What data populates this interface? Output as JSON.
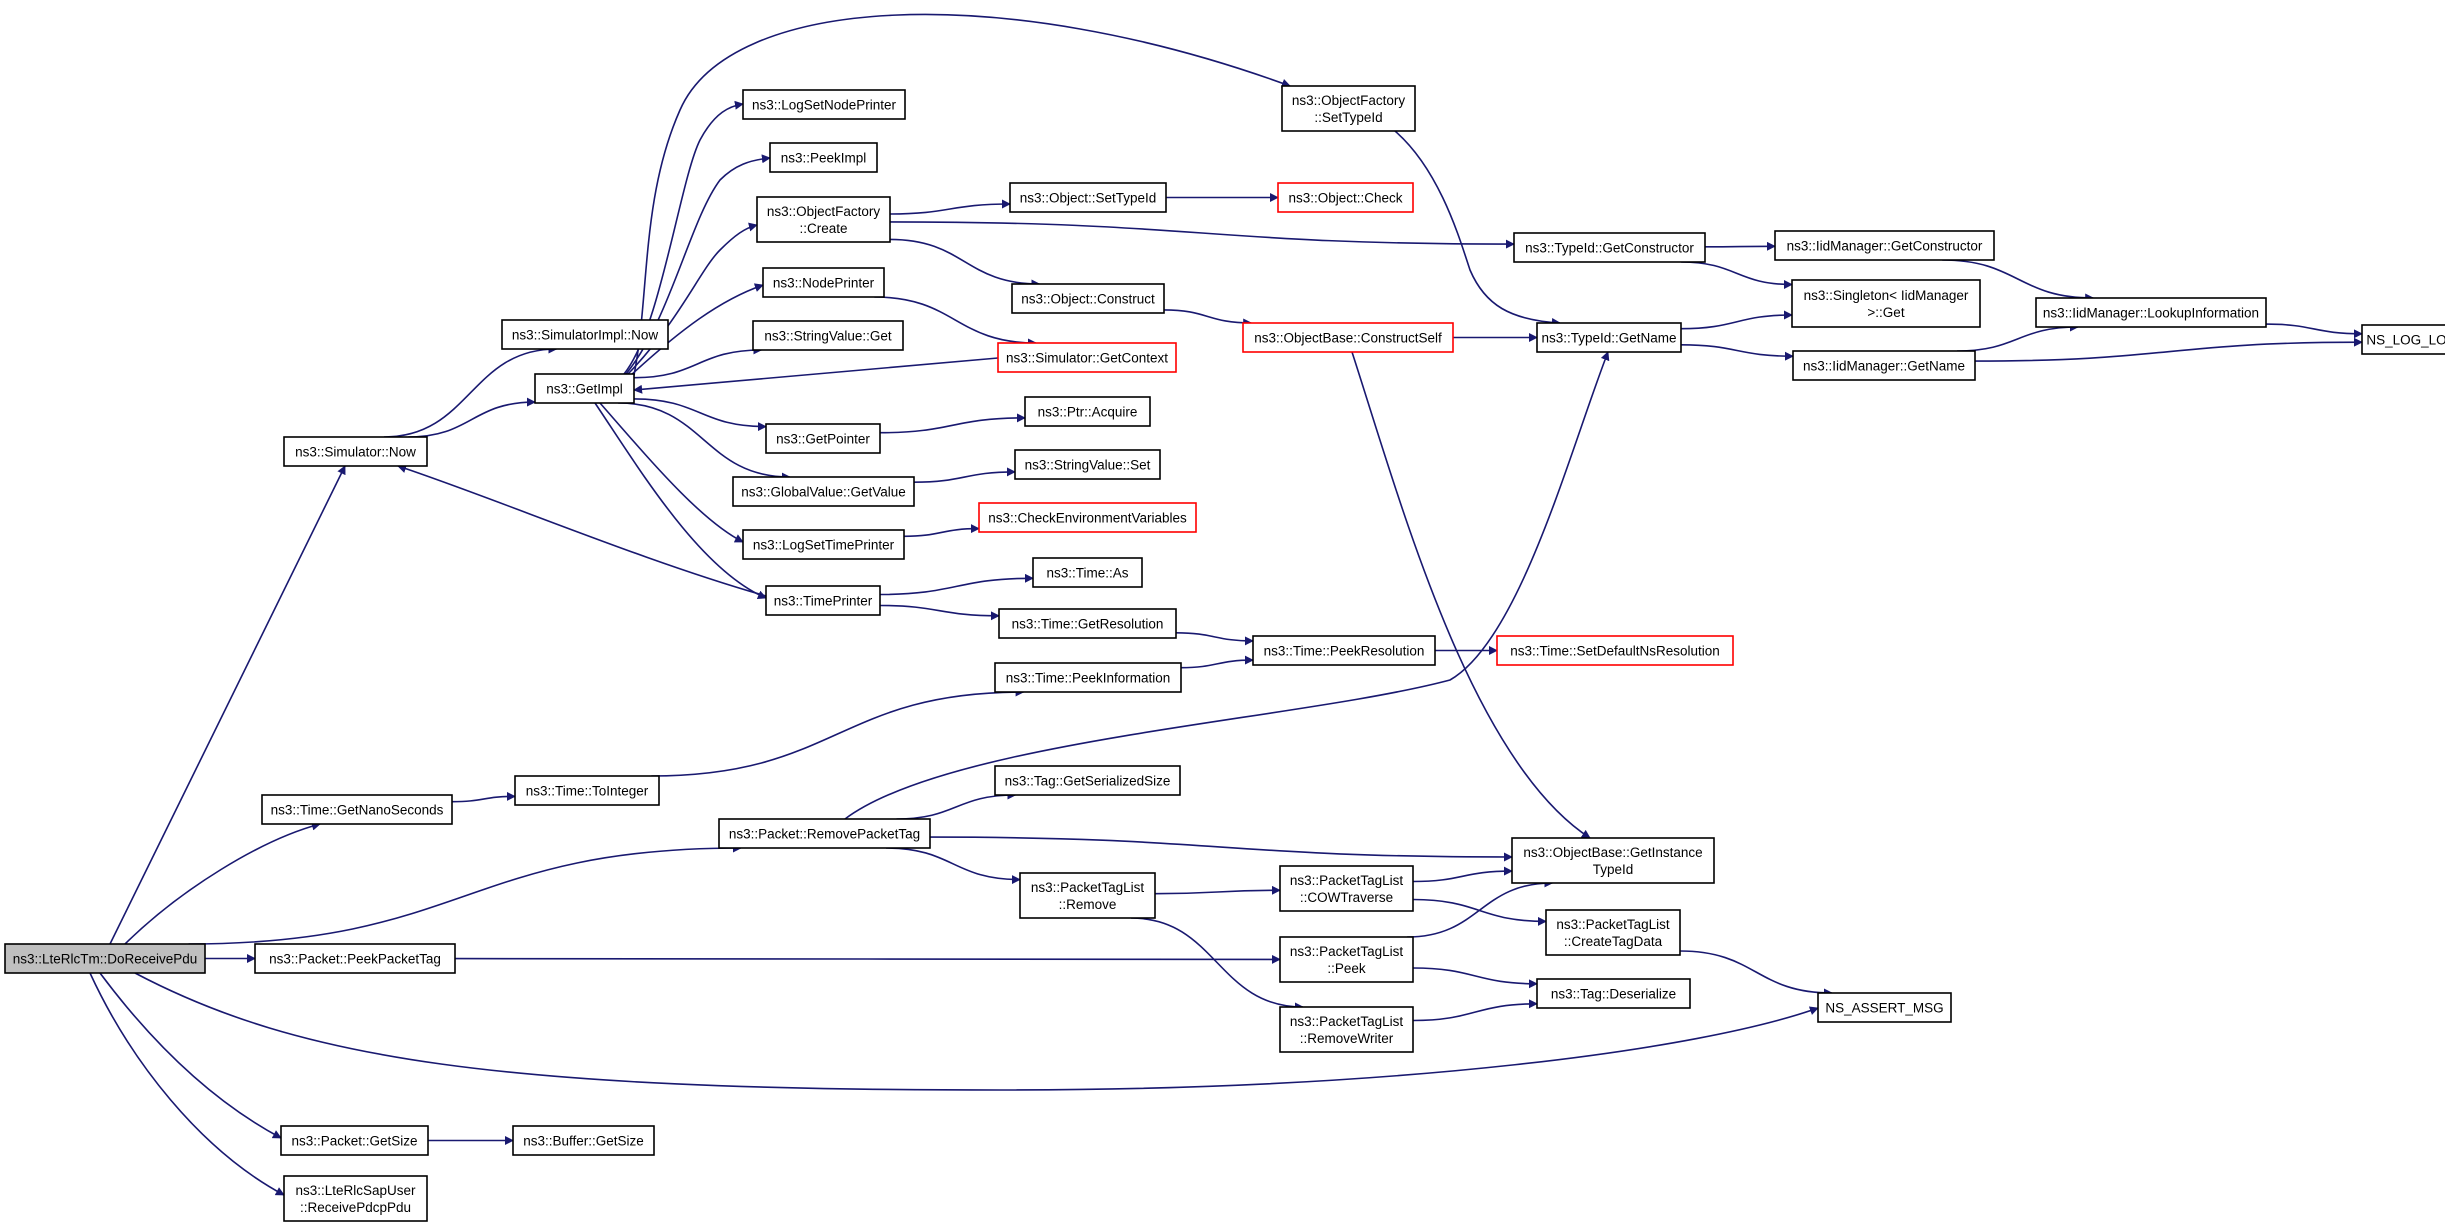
{
  "colors": {
    "edge": "#191970",
    "node_border": "#000000",
    "node_border_incomplete": "#ff0000",
    "root_fill": "#bfbfbf"
  },
  "nodes": {
    "root": [
      "ns3::LteRlcTm::DoReceivePdu"
    ],
    "simNow": [
      "ns3::Simulator::Now"
    ],
    "simImplNow": [
      "ns3::SimulatorImpl::Now"
    ],
    "getImpl": [
      "ns3::GetImpl"
    ],
    "logSetNode": [
      "ns3::LogSetNodePrinter"
    ],
    "peekImpl": [
      "ns3::PeekImpl"
    ],
    "ofCreate": [
      "ns3::ObjectFactory",
      "::Create"
    ],
    "nodePrinter": [
      "ns3::NodePrinter"
    ],
    "strValGet": [
      "ns3::StringValue::Get"
    ],
    "getPointer": [
      "ns3::GetPointer"
    ],
    "gvGetValue": [
      "ns3::GlobalValue::GetValue"
    ],
    "logSetTime": [
      "ns3::LogSetTimePrinter"
    ],
    "timePrinter": [
      "ns3::TimePrinter"
    ],
    "ofSetTypeId": [
      "ns3::ObjectFactory",
      "::SetTypeId"
    ],
    "objSetTypeId": [
      "ns3::Object::SetTypeId"
    ],
    "objCheck": [
      "ns3::Object::Check"
    ],
    "objConstruct": [
      "ns3::Object::Construct"
    ],
    "simGetContext": [
      "ns3::Simulator::GetContext"
    ],
    "ptrAcquire": [
      "ns3::Ptr::Acquire"
    ],
    "strValSet": [
      "ns3::StringValue::Set"
    ],
    "checkEnv": [
      "ns3::CheckEnvironmentVariables"
    ],
    "timeAs": [
      "ns3::Time::As"
    ],
    "timeGetRes": [
      "ns3::Time::GetResolution"
    ],
    "timePeekInfo": [
      "ns3::Time::PeekInformation"
    ],
    "obConstructSelf": [
      "ns3::ObjectBase::ConstructSelf"
    ],
    "timePeekRes": [
      "ns3::Time::PeekResolution"
    ],
    "timeSetDefault": [
      "ns3::Time::SetDefaultNsResolution"
    ],
    "typeIdGetCtor": [
      "ns3::TypeId::GetConstructor"
    ],
    "typeIdGetName": [
      "ns3::TypeId::GetName"
    ],
    "singletonGet": [
      "ns3::Singleton< IidManager",
      ">::Get"
    ],
    "iidGetCtor": [
      "ns3::IidManager::GetConstructor"
    ],
    "iidGetName": [
      "ns3::IidManager::GetName"
    ],
    "iidLookup": [
      "ns3::IidManager::LookupInformation"
    ],
    "nsLogLogic": [
      "NS_LOG_LOGIC"
    ],
    "timeGetNano": [
      "ns3::Time::GetNanoSeconds"
    ],
    "timeToInteger": [
      "ns3::Time::ToInteger"
    ],
    "pktRemoveTag": [
      "ns3::Packet::RemovePacketTag"
    ],
    "tagGetSize": [
      "ns3::Tag::GetSerializedSize"
    ],
    "ptlRemove": [
      "ns3::PacketTagList",
      "::Remove"
    ],
    "ptlCow": [
      "ns3::PacketTagList",
      "::COWTraverse"
    ],
    "obGetInstance": [
      "ns3::ObjectBase::GetInstance",
      "TypeId"
    ],
    "ptlCreate": [
      "ns3::PacketTagList",
      "::CreateTagData"
    ],
    "pktPeekTag": [
      "ns3::Packet::PeekPacketTag"
    ],
    "ptlPeek": [
      "ns3::PacketTagList",
      "::Peek"
    ],
    "tagDeserialize": [
      "ns3::Tag::Deserialize"
    ],
    "ptlRemoveWriter": [
      "ns3::PacketTagList",
      "::RemoveWriter"
    ],
    "nsAssert": [
      "NS_ASSERT_MSG"
    ],
    "pktGetSize": [
      "ns3::Packet::GetSize"
    ],
    "bufGetSize": [
      "ns3::Buffer::GetSize"
    ],
    "sapReceive": [
      "ns3::LteRlcSapUser",
      "::ReceivePdcpPdu"
    ]
  },
  "incomplete_nodes": [
    "objCheck",
    "simGetContext",
    "checkEnv",
    "obConstructSelf",
    "timeSetDefault"
  ],
  "edges": [
    [
      "root",
      "simNow"
    ],
    [
      "root",
      "timeGetNano"
    ],
    [
      "root",
      "pktRemoveTag"
    ],
    [
      "root",
      "pktPeekTag"
    ],
    [
      "root",
      "nsAssert"
    ],
    [
      "root",
      "pktGetSize"
    ],
    [
      "root",
      "sapReceive"
    ],
    [
      "simNow",
      "simImplNow"
    ],
    [
      "simNow",
      "getImpl"
    ],
    [
      "getImpl",
      "logSetNode"
    ],
    [
      "getImpl",
      "peekImpl"
    ],
    [
      "getImpl",
      "ofCreate"
    ],
    [
      "getImpl",
      "nodePrinter"
    ],
    [
      "getImpl",
      "strValGet"
    ],
    [
      "getImpl",
      "getPointer"
    ],
    [
      "getImpl",
      "gvGetValue"
    ],
    [
      "getImpl",
      "logSetTime"
    ],
    [
      "getImpl",
      "timePrinter"
    ],
    [
      "getImpl",
      "ofSetTypeId"
    ],
    [
      "ofCreate",
      "objSetTypeId"
    ],
    [
      "ofCreate",
      "objConstruct"
    ],
    [
      "ofCreate",
      "typeIdGetCtor"
    ],
    [
      "objSetTypeId",
      "objCheck"
    ],
    [
      "nodePrinter",
      "simGetContext"
    ],
    [
      "simGetContext",
      "getImpl"
    ],
    [
      "getPointer",
      "ptrAcquire"
    ],
    [
      "gvGetValue",
      "strValSet"
    ],
    [
      "logSetTime",
      "checkEnv"
    ],
    [
      "timePrinter",
      "simNow"
    ],
    [
      "timePrinter",
      "timeAs"
    ],
    [
      "timePrinter",
      "timeGetRes"
    ],
    [
      "timeGetRes",
      "timePeekRes"
    ],
    [
      "timePeekInfo",
      "timePeekRes"
    ],
    [
      "timePeekRes",
      "timeSetDefault"
    ],
    [
      "objConstruct",
      "obConstructSelf"
    ],
    [
      "obConstructSelf",
      "typeIdGetName"
    ],
    [
      "obConstructSelf",
      "obGetInstance"
    ],
    [
      "ofSetTypeId",
      "typeIdGetName"
    ],
    [
      "typeIdGetCtor",
      "iidGetCtor"
    ],
    [
      "typeIdGetCtor",
      "singletonGet"
    ],
    [
      "typeIdGetName",
      "singletonGet"
    ],
    [
      "typeIdGetName",
      "iidGetName"
    ],
    [
      "iidGetCtor",
      "iidLookup"
    ],
    [
      "iidGetName",
      "iidLookup"
    ],
    [
      "iidGetName",
      "nsLogLogic"
    ],
    [
      "iidLookup",
      "nsLogLogic"
    ],
    [
      "timeGetNano",
      "timeToInteger"
    ],
    [
      "timeToInteger",
      "timePeekInfo"
    ],
    [
      "pktRemoveTag",
      "typeIdGetName"
    ],
    [
      "pktRemoveTag",
      "tagGetSize"
    ],
    [
      "pktRemoveTag",
      "obGetInstance"
    ],
    [
      "pktRemoveTag",
      "ptlRemove"
    ],
    [
      "ptlRemove",
      "ptlCow"
    ],
    [
      "ptlRemove",
      "ptlRemoveWriter"
    ],
    [
      "ptlCow",
      "obGetInstance"
    ],
    [
      "ptlCow",
      "ptlCreate"
    ],
    [
      "ptlCreate",
      "nsAssert"
    ],
    [
      "pktPeekTag",
      "ptlPeek"
    ],
    [
      "ptlPeek",
      "obGetInstance"
    ],
    [
      "ptlPeek",
      "tagDeserialize"
    ],
    [
      "ptlRemoveWriter",
      "tagDeserialize"
    ],
    [
      "pktGetSize",
      "bufGetSize"
    ]
  ]
}
